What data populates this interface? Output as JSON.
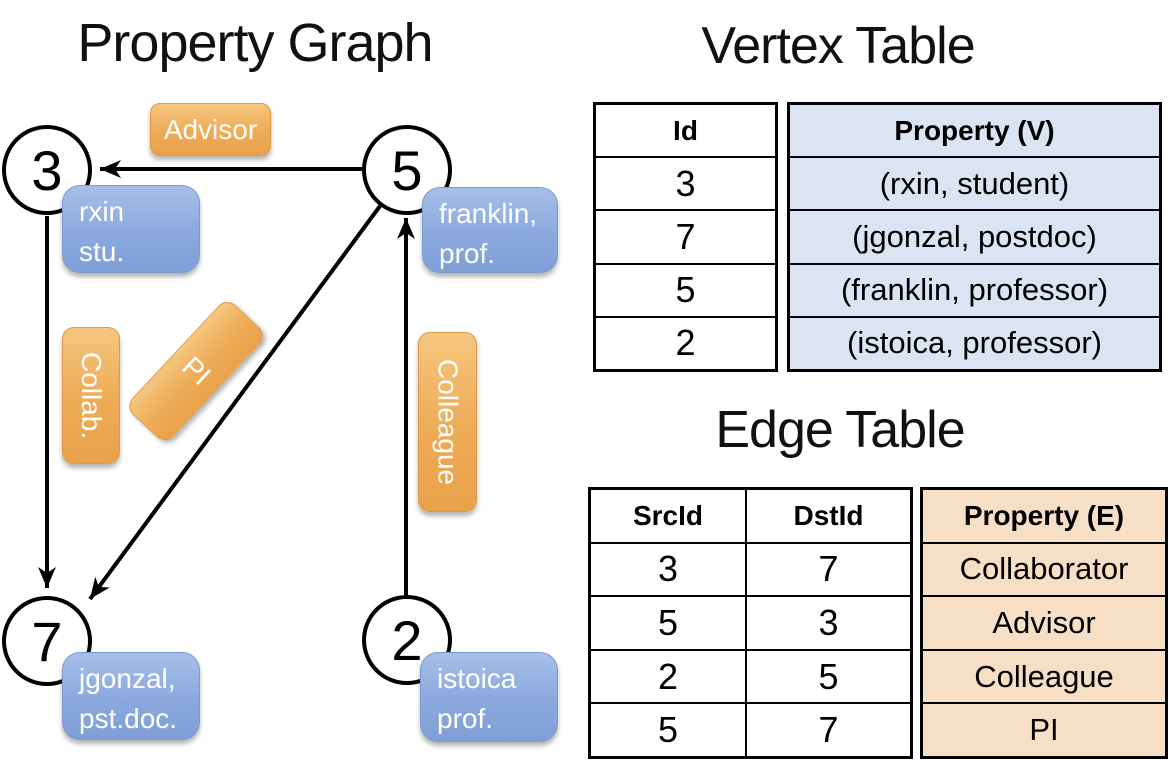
{
  "graph": {
    "title": "Property Graph",
    "vertices": [
      {
        "id": "3",
        "line1": "rxin",
        "line2": "stu."
      },
      {
        "id": "5",
        "line1": "franklin,",
        "line2": "prof."
      },
      {
        "id": "7",
        "line1": "jgonzal,",
        "line2": "pst.doc."
      },
      {
        "id": "2",
        "line1": "istoica",
        "line2": "prof."
      }
    ],
    "edges": [
      {
        "src": "5",
        "dst": "3",
        "label": "Advisor"
      },
      {
        "src": "3",
        "dst": "7",
        "label": "Collab."
      },
      {
        "src": "5",
        "dst": "7",
        "label": "PI"
      },
      {
        "src": "2",
        "dst": "5",
        "label": "Colleague"
      }
    ]
  },
  "vertex_table": {
    "title": "Vertex Table",
    "columns": [
      "Id",
      "Property (V)"
    ],
    "rows": [
      [
        "3",
        "(rxin, student)"
      ],
      [
        "7",
        "(jgonzal, postdoc)"
      ],
      [
        "5",
        "(franklin, professor)"
      ],
      [
        "2",
        "(istoica, professor)"
      ]
    ]
  },
  "edge_table": {
    "title": "Edge Table",
    "columns": [
      "SrcId",
      "DstId",
      "Property (E)"
    ],
    "rows": [
      [
        "3",
        "7",
        "Collaborator"
      ],
      [
        "5",
        "3",
        "Advisor"
      ],
      [
        "2",
        "5",
        "Colleague"
      ],
      [
        "5",
        "7",
        "PI"
      ]
    ]
  },
  "colors": {
    "vertex_property_fill": "#dbe4f3",
    "edge_property_fill": "#f6dfc5",
    "vertex_box_blue": "#84a3d9",
    "edge_box_orange": "#eda64f",
    "edge_line": "#000000"
  }
}
